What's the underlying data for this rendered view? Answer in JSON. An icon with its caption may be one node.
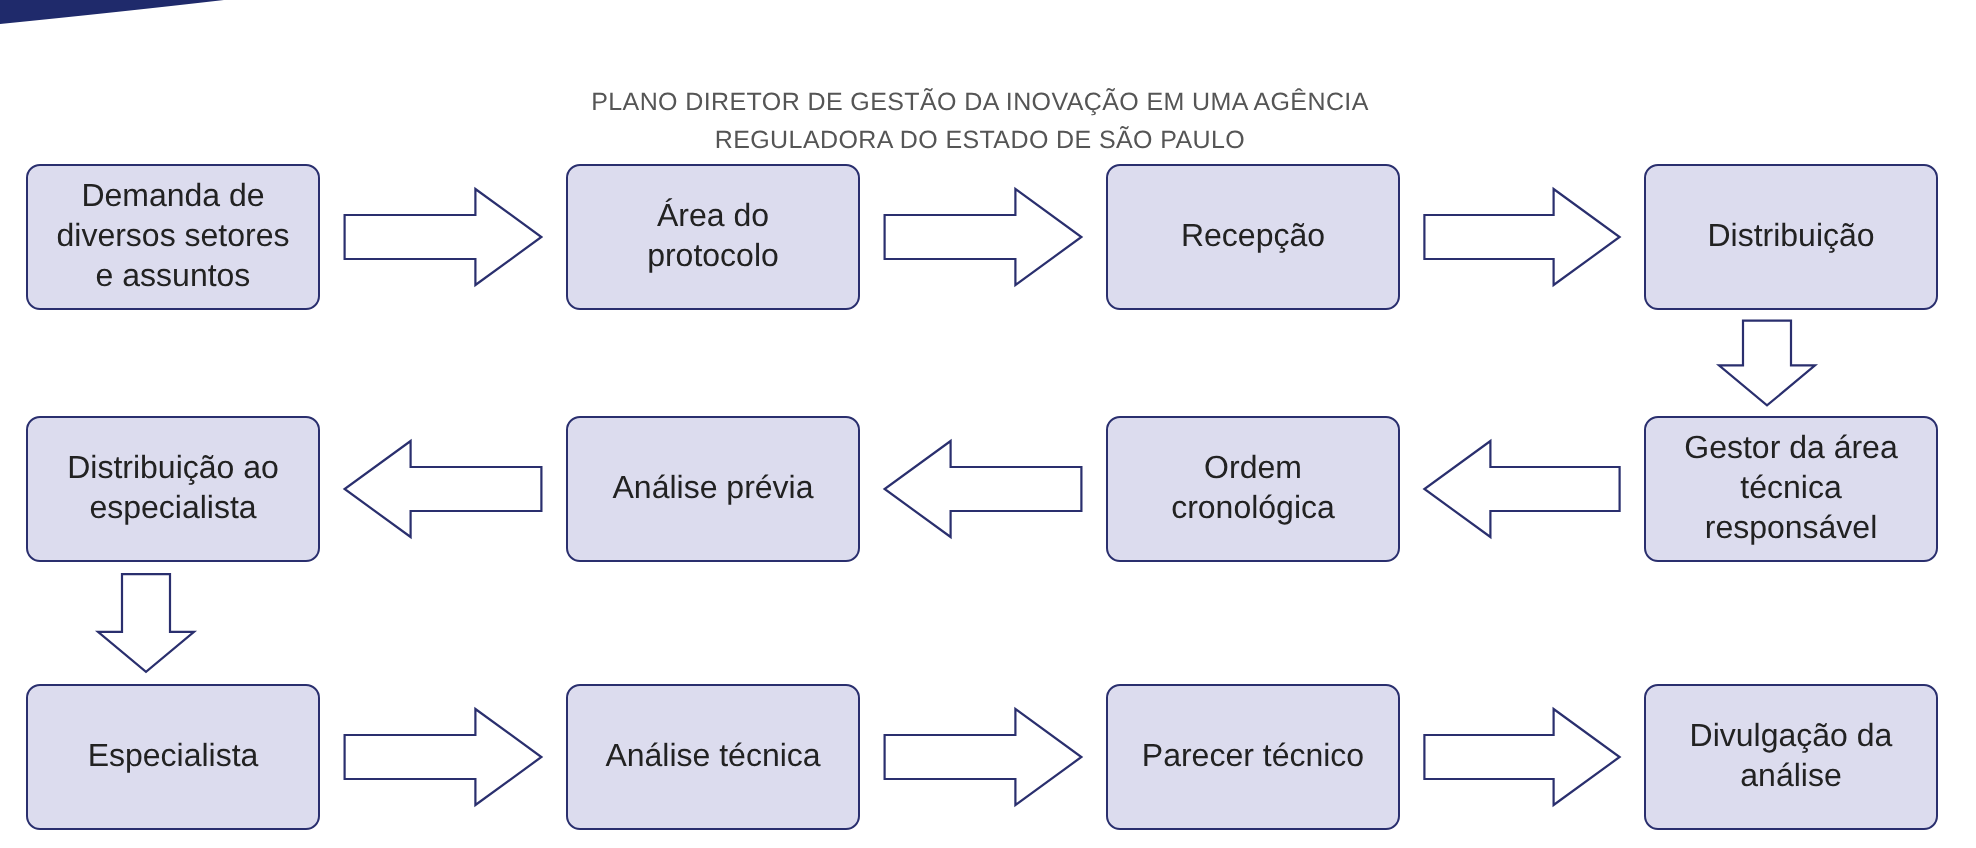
{
  "diagram": {
    "title": "PLANO DIRETOR DE GESTÃO DA INOVAÇÃO EM UMA AGÊNCIA REGULADORA DO ESTADO DE SÃO PAULO",
    "nodes": [
      {
        "text": [
          "Demanda de diversos setores e assuntos"
        ]
      },
      {
        "text": [
          "Área do protocolo"
        ]
      },
      {
        "text": [
          "Recepção"
        ]
      },
      {
        "text": [
          "Distribuição"
        ]
      },
      {
        "text": [
          "Distribuição ao especialista"
        ]
      },
      {
        "text": [
          "Análise prévia"
        ]
      },
      {
        "text": [
          "Ordem cronológica"
        ]
      },
      {
        "text": [
          "Gestor da área técnica responsável"
        ]
      },
      {
        "text": [
          "Especialista"
        ]
      },
      {
        "text": [
          "Análise técnica"
        ]
      },
      {
        "text": [
          "Parecer técnico"
        ]
      },
      {
        "text": [
          "Divulgação da análise"
        ]
      }
    ],
    "edges": [
      {
        "from": 0,
        "to": 1,
        "arrow": "to"
      },
      {
        "from": 1,
        "to": 2,
        "arrow": "to"
      },
      {
        "from": 2,
        "to": 3,
        "arrow": "to"
      },
      {
        "from": 3,
        "to": 7,
        "arrow": "to"
      },
      {
        "from": 7,
        "to": 6,
        "arrow": "to"
      },
      {
        "from": 6,
        "to": 5,
        "arrow": "to"
      },
      {
        "from": 5,
        "to": 4,
        "arrow": "to"
      },
      {
        "from": 4,
        "to": 8,
        "arrow": "to"
      },
      {
        "from": 8,
        "to": 9,
        "arrow": "to"
      },
      {
        "from": 9,
        "to": 10,
        "arrow": "to"
      },
      {
        "from": 10,
        "to": 11,
        "arrow": "to"
      }
    ]
  }
}
